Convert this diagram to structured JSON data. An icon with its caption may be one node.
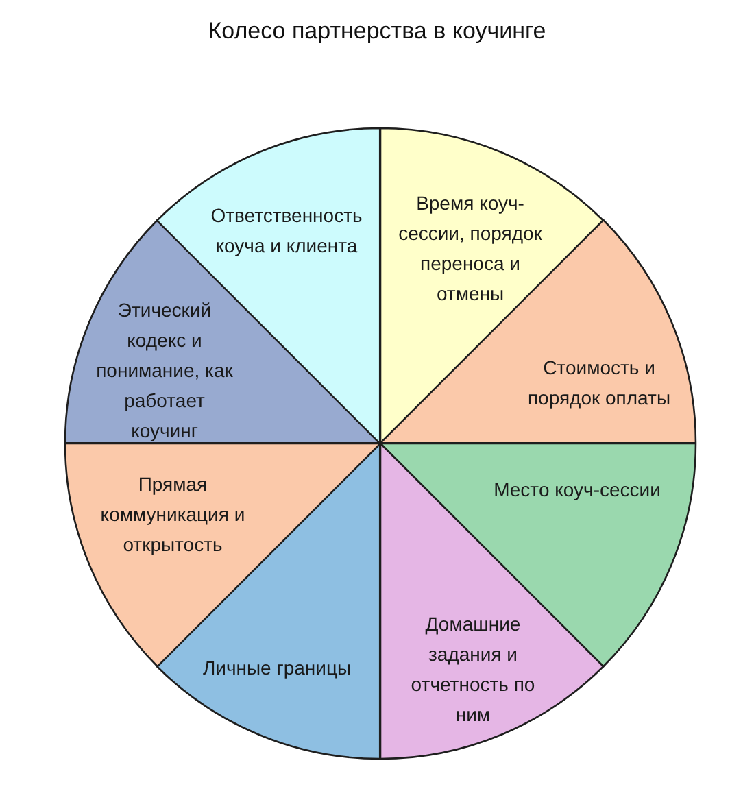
{
  "diagram": {
    "title": "Колесо партнерства в коучинге",
    "nodes": [
      {
        "text": [
          "Время коуч-сессии, порядок переноса и отмены"
        ]
      },
      {
        "text": [
          "Стоимость и порядок оплаты"
        ]
      },
      {
        "text": [
          "Место коуч-сессии"
        ]
      },
      {
        "text": [
          "Домашние задания и отчетность по ним"
        ]
      },
      {
        "text": [
          "Личные границы"
        ]
      },
      {
        "text": [
          "Прямая коммуникация и открытость"
        ]
      },
      {
        "text": [
          "Этический кодекс и понимание, как работает коучинг"
        ]
      },
      {
        "text": [
          "Ответственность коуча и клиента"
        ]
      }
    ]
  }
}
